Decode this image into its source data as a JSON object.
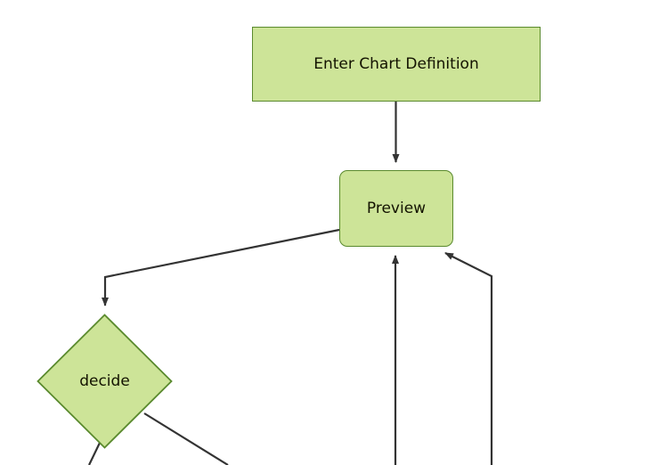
{
  "diagram": {
    "type": "flowchart",
    "background_color": "#ffffff",
    "node_fill_color": "#cde498",
    "node_stroke_color": "#5a8a2e",
    "edge_color": "#333333",
    "text_color": "#131300",
    "nodes": [
      {
        "id": "enter-chart-definition",
        "label": "Enter Chart Definition",
        "shape": "rectangle"
      },
      {
        "id": "preview",
        "label": "Preview",
        "shape": "rounded-rectangle"
      },
      {
        "id": "decide",
        "label": "decide",
        "shape": "diamond"
      }
    ],
    "edges": [
      {
        "from": "enter-chart-definition",
        "to": "preview",
        "arrow": true
      },
      {
        "from": "preview",
        "to": "decide",
        "arrow": true
      },
      {
        "from": "offscreen-below-left",
        "to": "preview",
        "arrow": true
      },
      {
        "from": "offscreen-below-right",
        "to": "preview",
        "arrow": true
      },
      {
        "from": "decide",
        "to": "offscreen-below-left",
        "arrow": false
      },
      {
        "from": "decide",
        "to": "offscreen-below-right",
        "arrow": false
      }
    ]
  }
}
